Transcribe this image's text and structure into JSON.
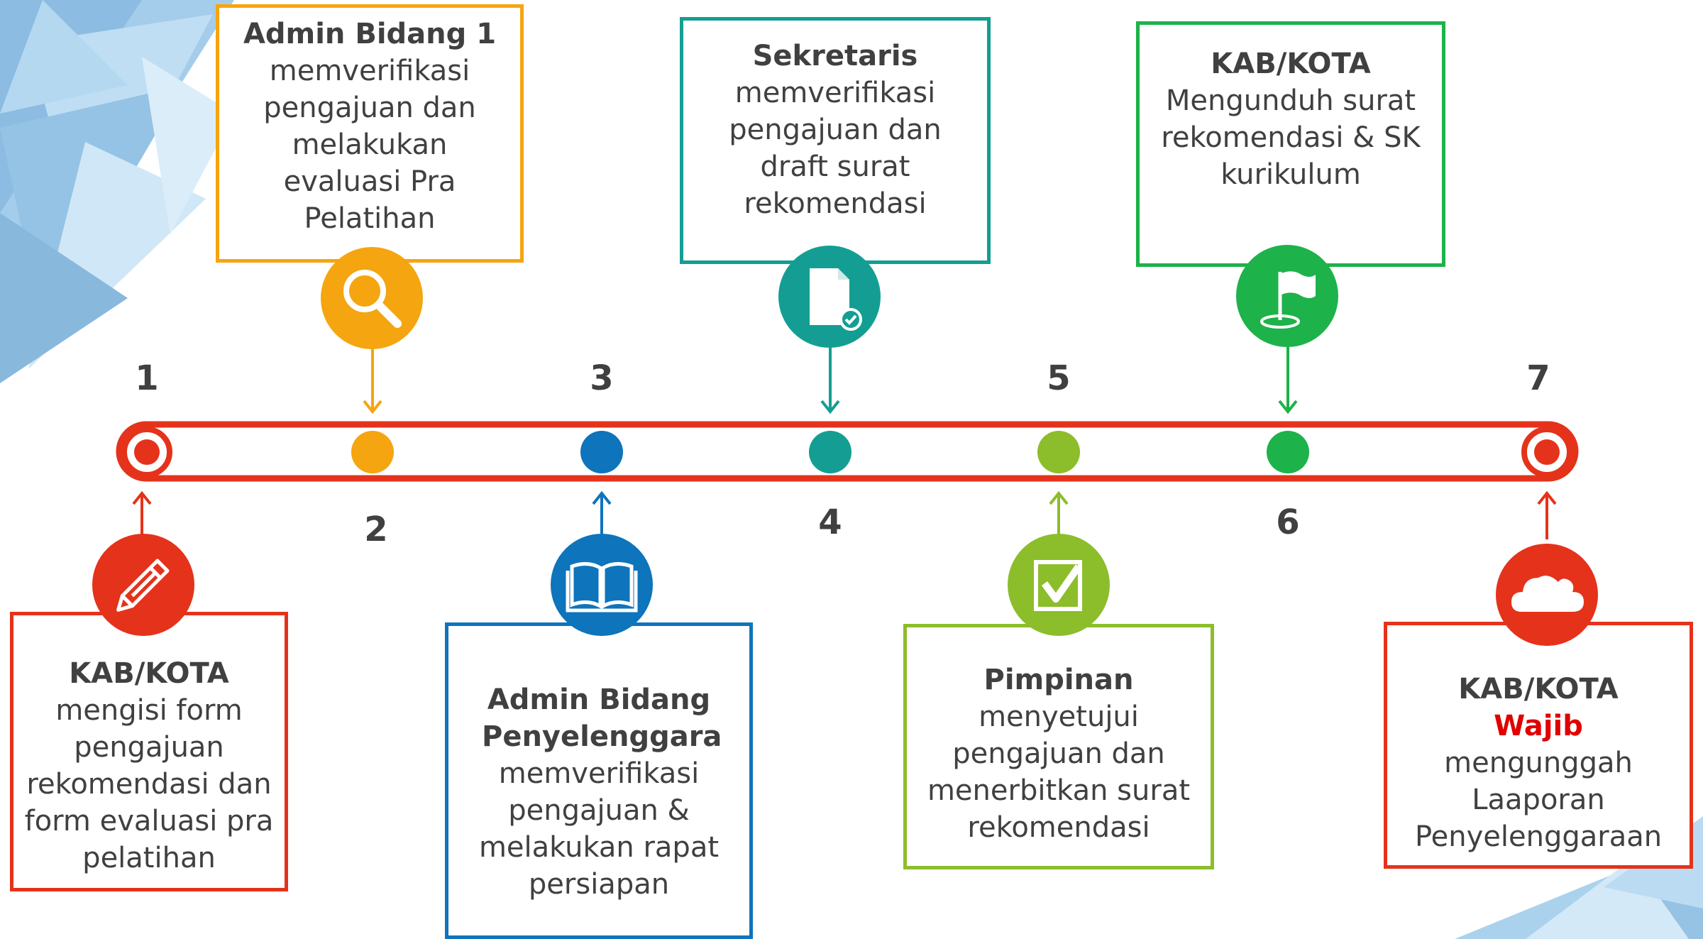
{
  "colors": {
    "red": "#e5321b",
    "orange": "#f5a50f",
    "blue": "#0e74bc",
    "teal": "#149e93",
    "lime": "#8cbd2b",
    "green": "#1db24a",
    "text": "#404040",
    "wajib": "#e00000"
  },
  "steps": [
    {
      "number": "1",
      "title": "KAB/KOTA",
      "text": "mengisi form pengajuan rekomendasi dan form evaluasi pra pelatihan",
      "icon": "pencil-icon"
    },
    {
      "number": "2",
      "title": "Admin Bidang 1",
      "text": "memverifikasi pengajuan dan melakukan evaluasi Pra Pelatihan",
      "icon": "magnifier-icon"
    },
    {
      "number": "3",
      "title": "Admin Bidang Penyelenggara",
      "text": "memverifikasi pengajuan & melakukan rapat persiapan",
      "icon": "book-icon"
    },
    {
      "number": "4",
      "title": "Sekretaris",
      "text": "memverifikasi pengajuan dan draft surat rekomendasi",
      "icon": "document-check-icon"
    },
    {
      "number": "5",
      "title": "Pimpinan",
      "text": "menyetujui pengajuan dan menerbitkan surat rekomendasi",
      "icon": "checkbox-icon"
    },
    {
      "number": "6",
      "title": "KAB/KOTA",
      "text": "Mengunduh surat rekomendasi & SK kurikulum",
      "icon": "flag-icon"
    },
    {
      "number": "7",
      "title": "KAB/KOTA",
      "note": "Wajib",
      "text": "mengunggah Laaporan Penyelenggaraan",
      "icon": "cloud-icon"
    }
  ]
}
